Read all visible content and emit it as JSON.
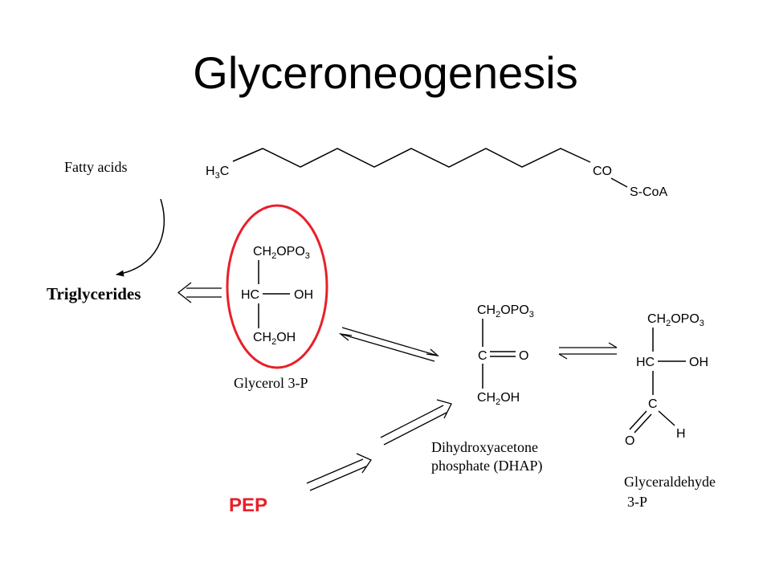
{
  "title": "Glyceroneogenesis",
  "colors": {
    "highlight": "#e8202a",
    "ink": "#000000",
    "background": "#ffffff"
  },
  "labels": {
    "fatty_acids": "Fatty acids",
    "triglycerides": "Triglycerides",
    "glycerol_3p": "Glycerol 3-P",
    "dhap_line1": "Dihydroxyacetone",
    "dhap_line2": "phosphate (DHAP)",
    "glyceraldehyde_line1": "Glyceraldehyde",
    "glyceraldehyde_line2": "3-P",
    "pep": "PEP"
  },
  "fatty_acyl_coa": {
    "h3c": {
      "main": "H",
      "sub": "3",
      "tail": "C"
    },
    "co": "CO",
    "scoa": "S-CoA"
  },
  "glycerol_3p_structure": {
    "top": {
      "a": "CH",
      "sub1": "2",
      "b": "OPO",
      "sub2": "3"
    },
    "middle_c": "HC",
    "oh": "OH",
    "bottom": {
      "a": "CH",
      "sub1": "2",
      "b": "OH"
    }
  },
  "dhap_structure": {
    "top": {
      "a": "CH",
      "sub1": "2",
      "b": "OPO",
      "sub2": "3"
    },
    "c": "C",
    "o": "O",
    "bottom": {
      "a": "CH",
      "sub1": "2",
      "b": "OH"
    }
  },
  "glyceraldehyde_structure": {
    "top": {
      "a": "CH",
      "sub1": "2",
      "b": "OPO",
      "sub2": "3"
    },
    "middle_c": "HC",
    "oh": "OH",
    "c": "C",
    "o": "O",
    "h": "H"
  }
}
